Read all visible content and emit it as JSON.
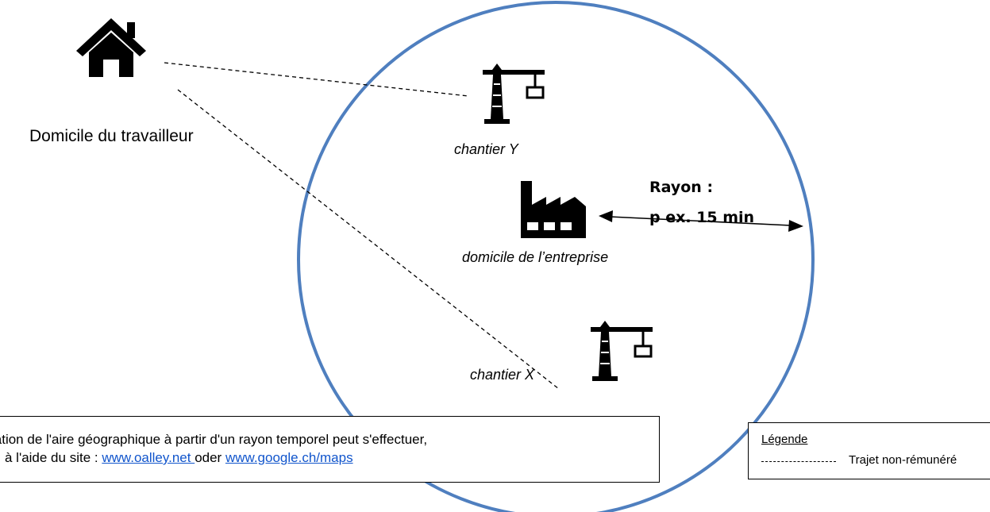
{
  "places": {
    "worker_home": "Domicile du travailleur",
    "site_y": "chantier Y",
    "company": "domicile de l’entreprise",
    "site_x": "chantier X"
  },
  "radius": {
    "title": "Rayon :",
    "value": "p ex.  15 min"
  },
  "info": {
    "line1": "La détermination de l'aire géographique à partir d'un rayon temporel peut s'effectuer,",
    "line2_prefix": "par exemple, à l'aide du site : ",
    "link1": "www.oalley.net ",
    "connector": "oder ",
    "link2": "www.google.ch/maps"
  },
  "legend": {
    "title": "Légende",
    "entry": "Trajet non-rémunéré"
  },
  "icons": [
    "house-icon",
    "crane-icon",
    "factory-icon"
  ],
  "colors": {
    "circle": "#4f7fbf",
    "link": "#1155cc"
  }
}
